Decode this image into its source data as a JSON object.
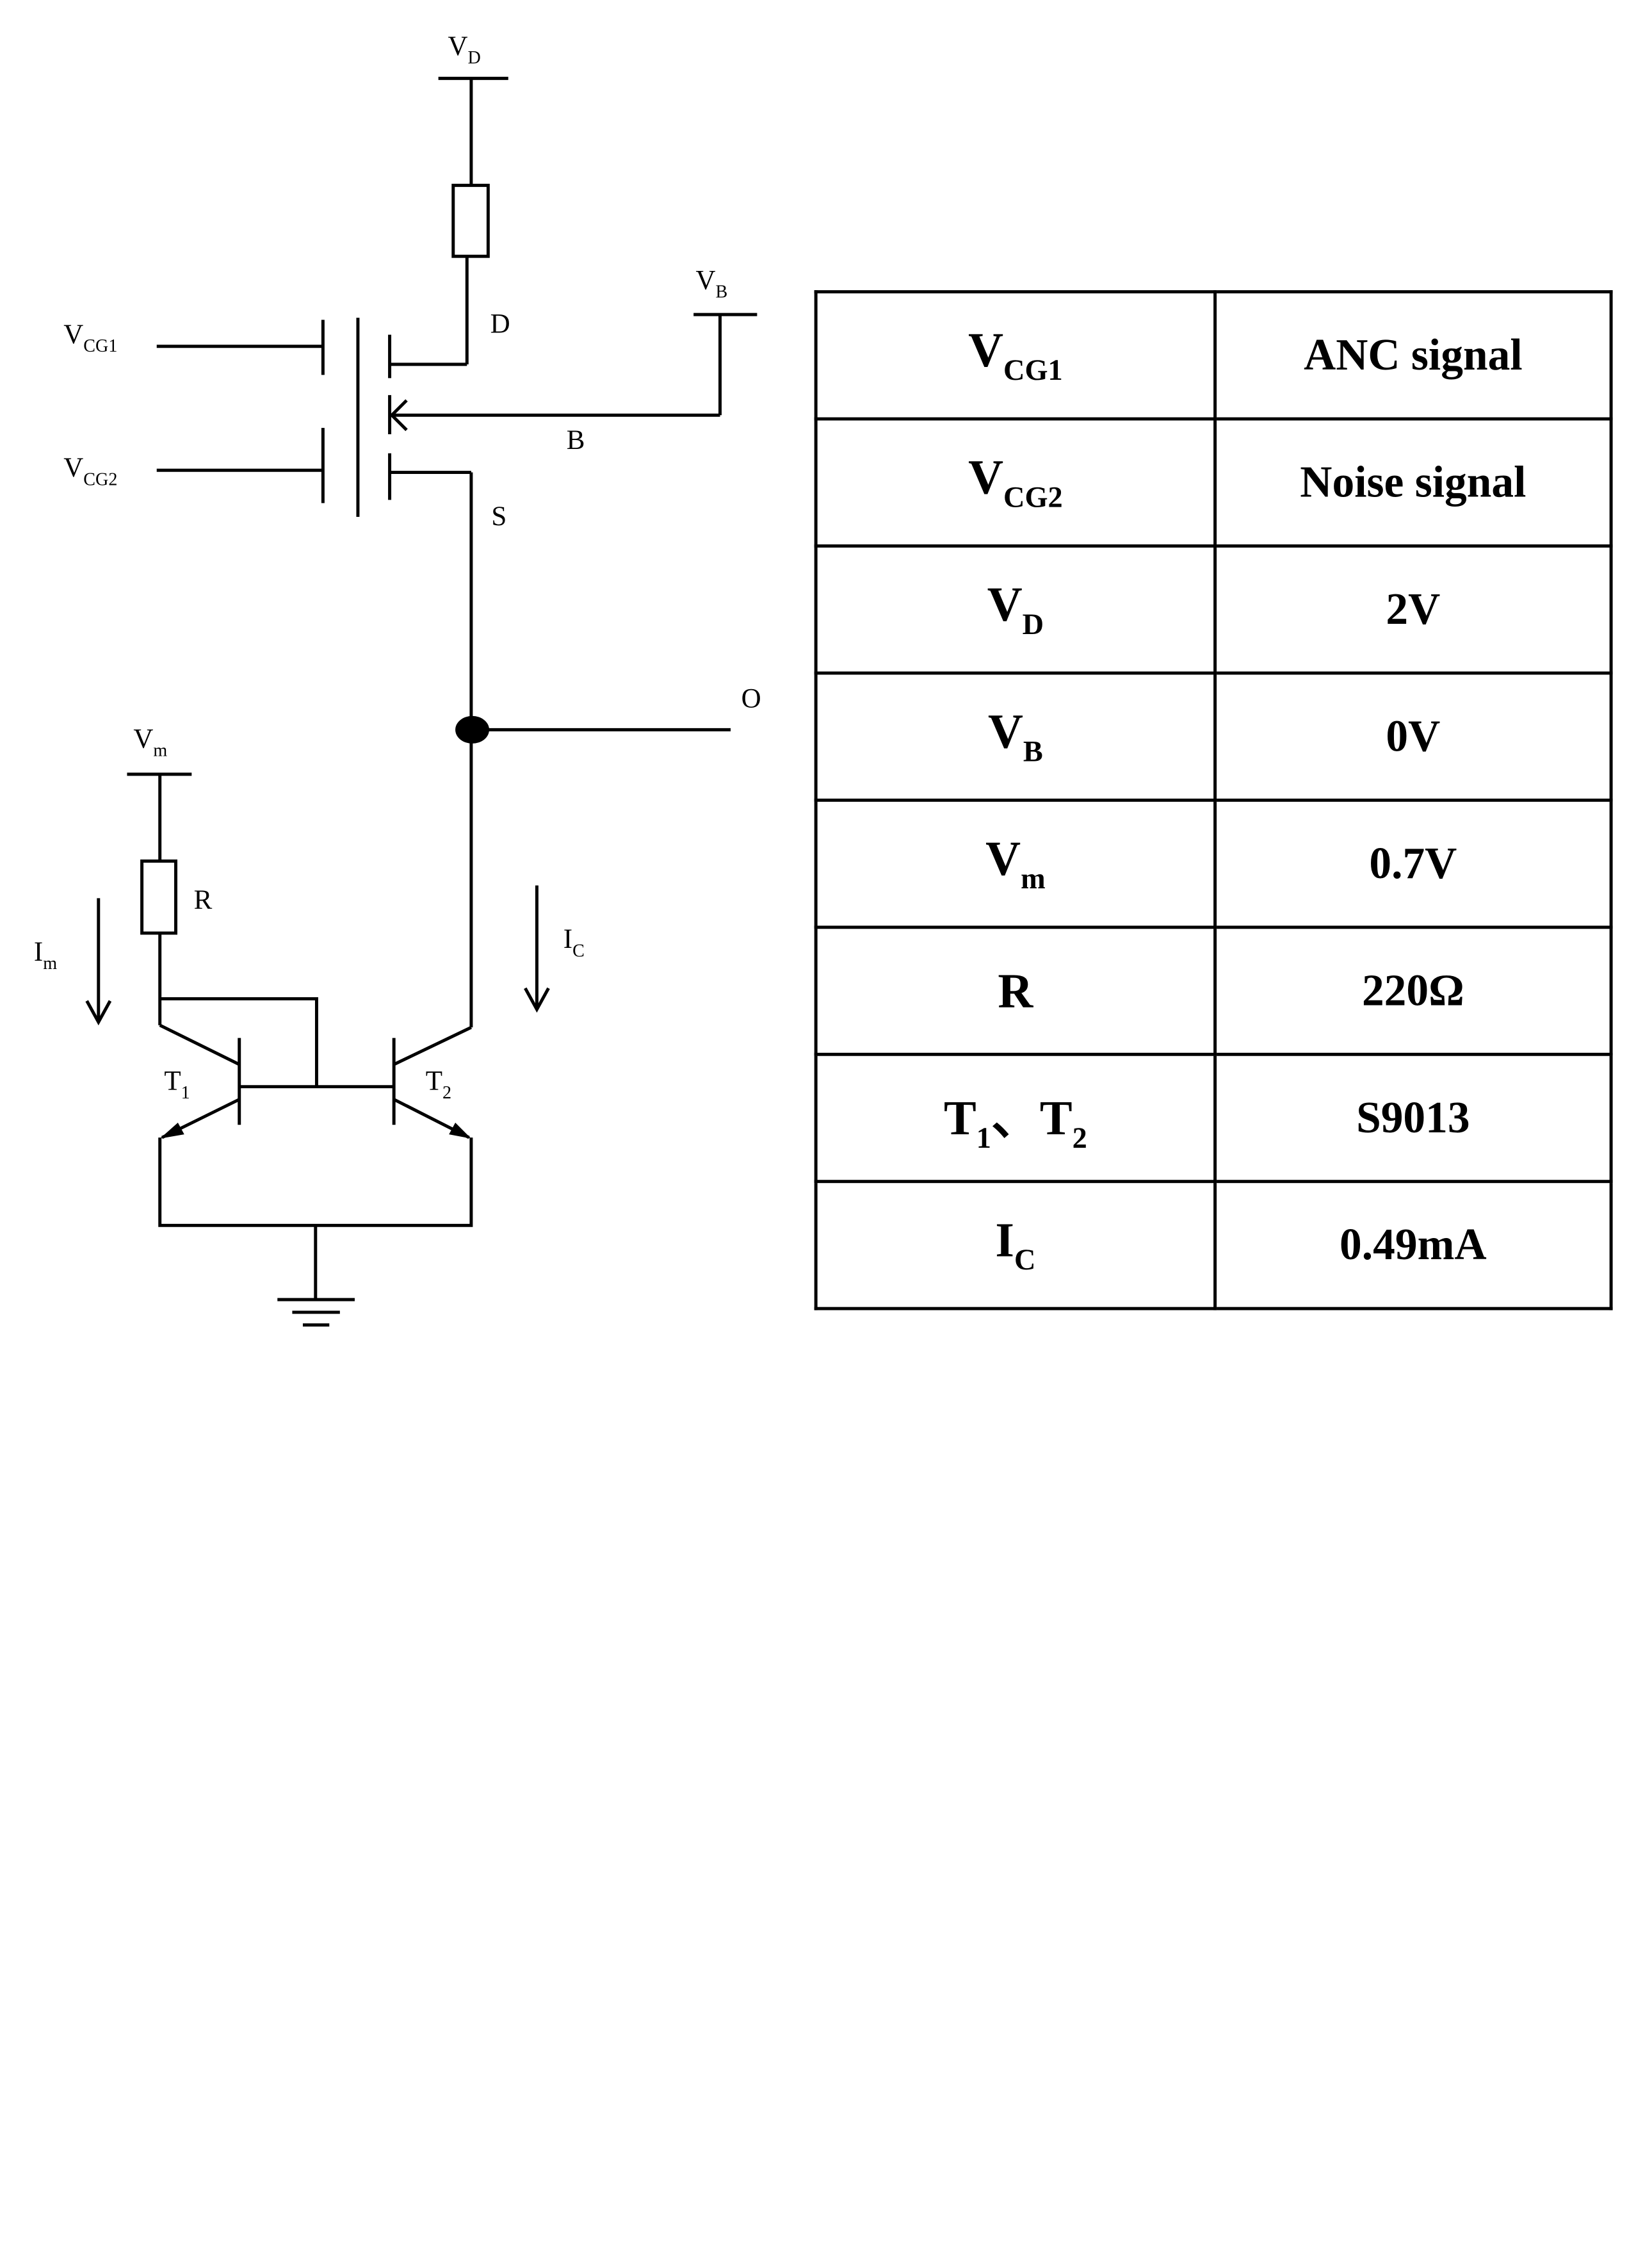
{
  "circuit": {
    "labels": {
      "vd_main": "V",
      "vd_sub": "D",
      "vb_main": "V",
      "vb_sub": "B",
      "vcg1_main": "V",
      "vcg1_sub": "CG1",
      "vcg2_main": "V",
      "vcg2_sub": "CG2",
      "drain": "D",
      "body": "B",
      "source": "S",
      "output": "O",
      "vm_main": "V",
      "vm_sub": "m",
      "resistor": "R",
      "im_main": "I",
      "im_sub": "m",
      "ic_main": "I",
      "ic_sub": "C",
      "t1_main": "T",
      "t1_sub": "1",
      "t2_main": "T",
      "t2_sub": "2"
    }
  },
  "table": {
    "rows": [
      {
        "sym_main": "V",
        "sym_sub": "CG1",
        "value": "ANC signal"
      },
      {
        "sym_main": "V",
        "sym_sub": "CG2",
        "value": "Noise signal"
      },
      {
        "sym_main": "V",
        "sym_sub": "D",
        "value": "2V"
      },
      {
        "sym_main": "V",
        "sym_sub": "B",
        "value": "0V"
      },
      {
        "sym_main": "V",
        "sym_sub": "m",
        "value": "0.7V"
      },
      {
        "sym_main": "R",
        "sym_sub": "",
        "value": "220Ω"
      },
      {
        "sym_main": "T",
        "sym_sub": "1",
        "sym_mid": "、T",
        "sym_sub2": "2",
        "value": "S9013"
      },
      {
        "sym_main": "I",
        "sym_sub": "C",
        "value": "0.49mA"
      }
    ]
  }
}
